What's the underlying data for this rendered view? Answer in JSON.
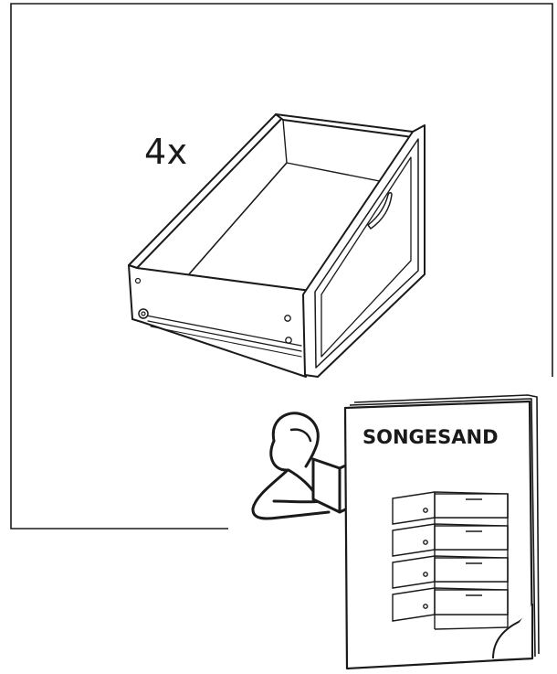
{
  "part": {
    "quantity_label": "4x",
    "item": "drawer"
  },
  "booklet": {
    "title": "SONGESAND",
    "illustration": "chest-of-drawers-icon"
  },
  "reader": {
    "illustration": "person-reading-manual-icon"
  },
  "colors": {
    "line": "#1a1a1a",
    "background": "#ffffff"
  }
}
